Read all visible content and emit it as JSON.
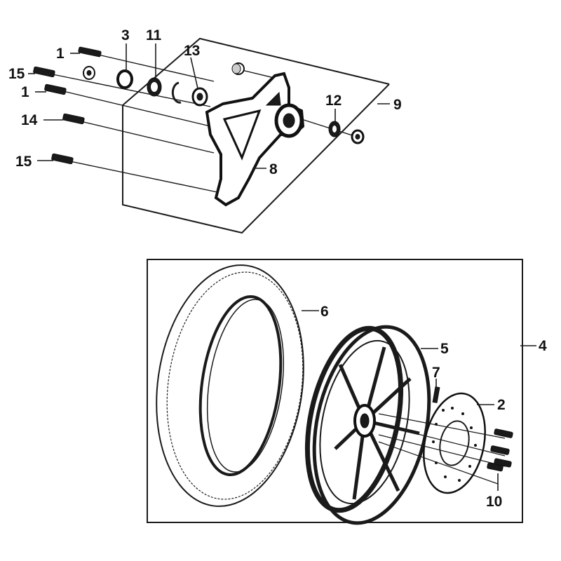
{
  "diagram": {
    "colors": {
      "line": "#1a1a1a",
      "background": "#ffffff"
    },
    "callouts": [
      {
        "id": "c1a",
        "label": "1"
      },
      {
        "id": "c1b",
        "label": "1"
      },
      {
        "id": "c2",
        "label": "2"
      },
      {
        "id": "c3",
        "label": "3"
      },
      {
        "id": "c4",
        "label": "4"
      },
      {
        "id": "c5",
        "label": "5"
      },
      {
        "id": "c6",
        "label": "6"
      },
      {
        "id": "c7",
        "label": "7"
      },
      {
        "id": "c8",
        "label": "8"
      },
      {
        "id": "c9",
        "label": "9"
      },
      {
        "id": "c10",
        "label": "10"
      },
      {
        "id": "c11",
        "label": "11"
      },
      {
        "id": "c12",
        "label": "12"
      },
      {
        "id": "c13",
        "label": "13"
      },
      {
        "id": "c14",
        "label": "14"
      },
      {
        "id": "c15a",
        "label": "15"
      },
      {
        "id": "c15b",
        "label": "15"
      }
    ]
  }
}
